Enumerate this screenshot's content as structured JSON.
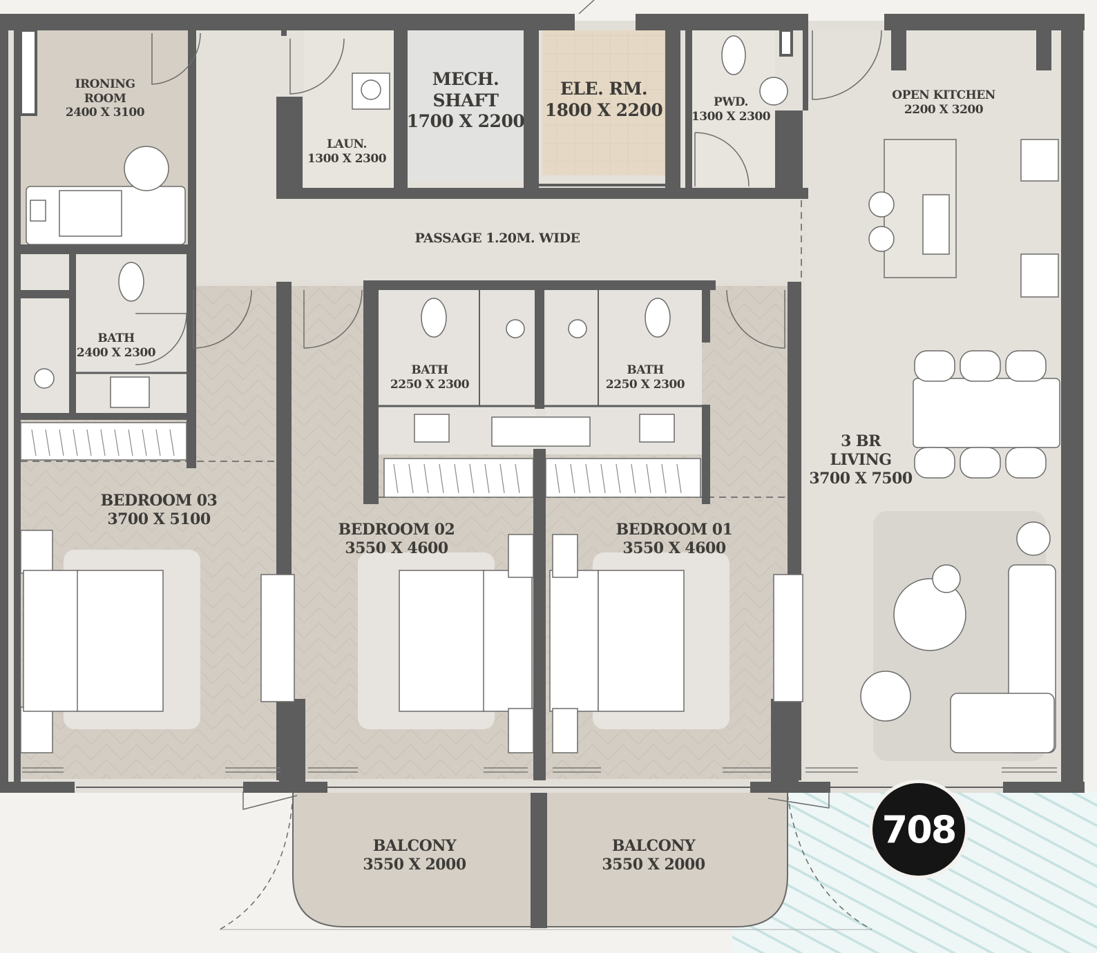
{
  "plan": {
    "rooms": [
      {
        "key": "ironing",
        "name": "IRONING\nROOM",
        "size": "2400 X 3100"
      },
      {
        "key": "laundry",
        "name": "LAUN.",
        "size": "1300 X 2300"
      },
      {
        "key": "mech",
        "name": "MECH.\nSHAFT",
        "size": "1700 X 2200"
      },
      {
        "key": "ele",
        "name": "ELE. RM.",
        "size": "1800 X 2200"
      },
      {
        "key": "pwd",
        "name": "PWD.",
        "size": "1300 X 2300"
      },
      {
        "key": "kitchen",
        "name": "OPEN KITCHEN",
        "size": "2200 X 3200"
      },
      {
        "key": "passage",
        "name": "PASSAGE 1.20M. WIDE",
        "size": ""
      },
      {
        "key": "bath3",
        "name": "BATH",
        "size": "2400 X 2300"
      },
      {
        "key": "bath2",
        "name": "BATH",
        "size": "2250 X 2300"
      },
      {
        "key": "bath1",
        "name": "BATH",
        "size": "2250 X 2300"
      },
      {
        "key": "living",
        "name": "3 BR\nLIVING",
        "size": "3700 X 7500"
      },
      {
        "key": "bed3",
        "name": "BEDROOM 03",
        "size": "3700 X 5100"
      },
      {
        "key": "bed2",
        "name": "BEDROOM 02",
        "size": "3550 X 4600"
      },
      {
        "key": "bed1",
        "name": "BEDROOM 01",
        "size": "3550 X 4600"
      },
      {
        "key": "balcony_left",
        "name": "BALCONY",
        "size": "3550 X 2000"
      },
      {
        "key": "balcony_right",
        "name": "BALCONY",
        "size": "3550 X 2000"
      }
    ],
    "unit_number": "708",
    "colors": {
      "wall": "#5c5d5c",
      "floor_wood": "#d5cfc6",
      "floor_light": "#e4e1db",
      "tile_ele": "#e3d7c4",
      "mech": "#e2e2e0",
      "furniture": "#ffffff",
      "badge": "#151515"
    }
  }
}
